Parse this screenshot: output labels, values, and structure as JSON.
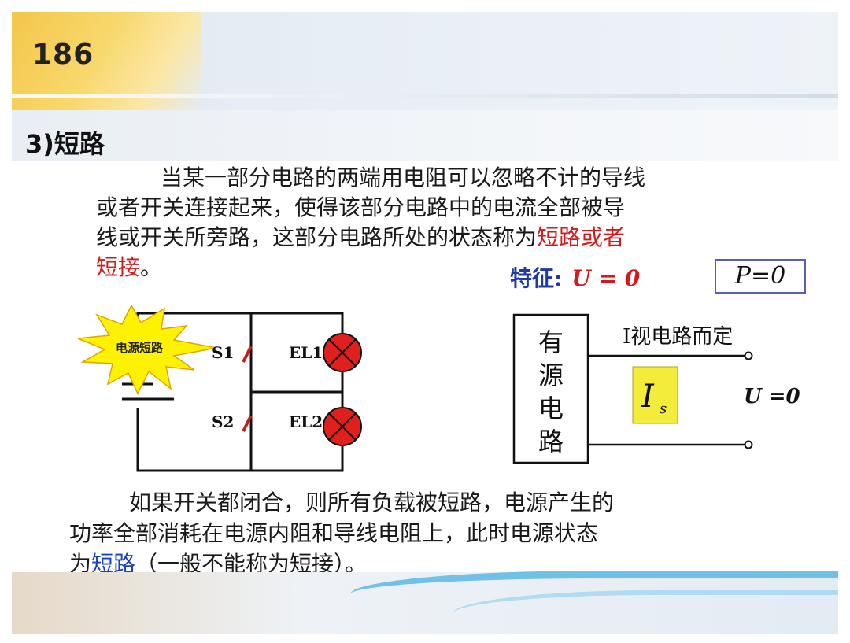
{
  "header": {
    "page_number": "186",
    "section_title": "3)短路"
  },
  "paragraph1": {
    "line1": "当某一部分电路的两端用电阻可以忽略不计的导线",
    "line2": "或者开关连接起来，使得该部分电路中的电流全部被导",
    "line3_prefix": "线或开关所旁路，这部分电路所处的状态称为",
    "line3_highlight": "短路或者",
    "line4_highlight": "短接",
    "line4_suffix": "。"
  },
  "feature": {
    "label": "特征:",
    "u_equation": "U = 0",
    "p_equation": "P=0"
  },
  "circuit": {
    "burst_label": "电源短路",
    "switch1": "S1",
    "switch2": "S2",
    "lamp1": "EL1",
    "lamp2": "EL2"
  },
  "source_diagram": {
    "block_chars": [
      "有",
      "源",
      "电",
      "路"
    ],
    "current_note": "I视电路而定",
    "current_symbol": "I",
    "current_subscript": "s",
    "voltage": "U =0"
  },
  "paragraph2": {
    "line1": "如果开关都闭合，则所有负载被短路，电源产生的",
    "line2": "功率全部消耗在电源内阻和导线电阻上，此时电源状态",
    "line3_prefix": "为",
    "line3_highlight": "短路",
    "line3_suffix": "（一般不能称为短接）。"
  },
  "colors": {
    "highlight_red": "#d81818",
    "highlight_blue": "#1840c8",
    "burst_fill": "#fff200",
    "lamp_fill": "#e0201c",
    "is_box_fill": "#f4ec3a"
  }
}
